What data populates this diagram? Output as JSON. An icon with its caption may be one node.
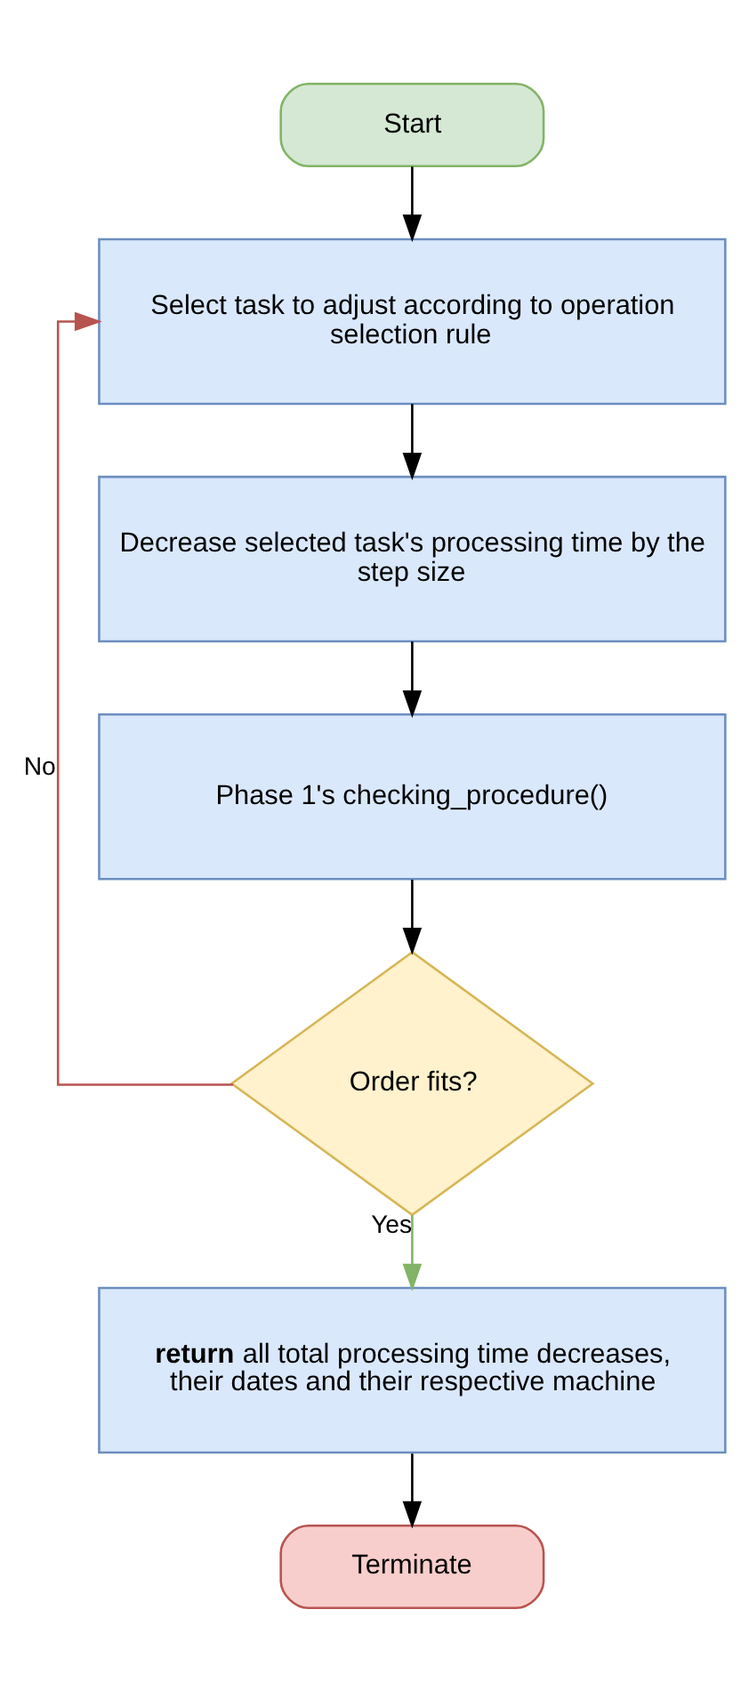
{
  "diagram": {
    "nodes": [
      {
        "text": [
          "Start"
        ]
      },
      {
        "text": [
          "Select task to adjust according to operation selection rule"
        ]
      },
      {
        "text": [
          "Decrease selected task's processing time by the step size"
        ]
      },
      {
        "text": [
          "Phase 1's checking_procedure()"
        ]
      },
      {
        "text": [
          "Order fits?"
        ]
      },
      {
        "text": [
          "**return** all total processing time decreases, their dates and their respective machine"
        ]
      },
      {
        "text": [
          "Terminate"
        ]
      }
    ],
    "edges": [
      {
        "from": 0,
        "to": 1,
        "arrow": "to"
      },
      {
        "from": 1,
        "to": 2,
        "arrow": "to"
      },
      {
        "from": 2,
        "to": 3,
        "arrow": "to"
      },
      {
        "from": 3,
        "to": 4,
        "arrow": "to"
      },
      {
        "from": 4,
        "to": 1,
        "arrow": "to",
        "label": "No",
        "color": "#b85450"
      },
      {
        "from": 4,
        "to": 5,
        "arrow": "to",
        "label": "Yes",
        "color": "#82b366"
      },
      {
        "from": 5,
        "to": 6,
        "arrow": "to"
      }
    ]
  }
}
